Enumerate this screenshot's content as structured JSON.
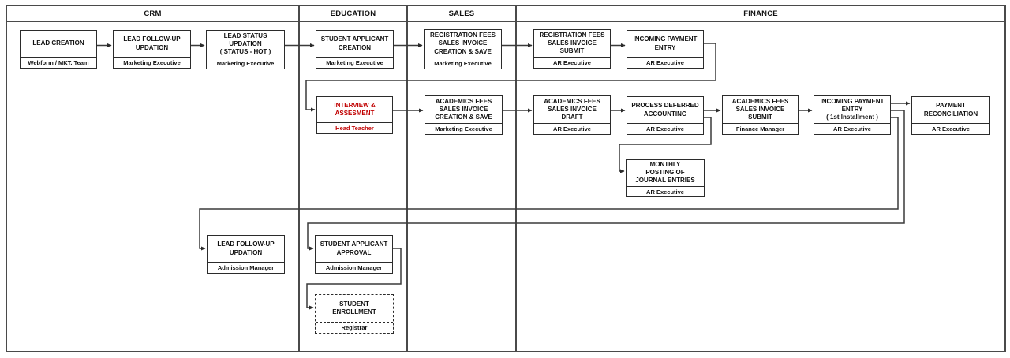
{
  "diagram": {
    "lanes": [
      {
        "label": "CRM"
      },
      {
        "label": "EDUCATION"
      },
      {
        "label": "SALES"
      },
      {
        "label": "FINANCE"
      }
    ],
    "colors": {
      "background": "#ffffff",
      "lane_border": "#4a4a4a",
      "box_border": "#2b2b2b",
      "connector": "#3a3a3a",
      "text": "#111111",
      "highlight_red": "#c00000"
    },
    "nodes": [
      {
        "id": "lead-creation",
        "title": "LEAD CREATION",
        "role": "Webform / MKT. Team"
      },
      {
        "id": "lead-follow-up-updation-marketing",
        "title": "LEAD FOLLOW-UP\nUPDATION",
        "role": "Marketing Executive"
      },
      {
        "id": "lead-status-updation",
        "title": "LEAD STATUS\nUPDATION\n( STATUS - HOT )",
        "role": "Marketing Executive"
      },
      {
        "id": "student-applicant-creation",
        "title": "STUDENT APPLICANT\nCREATION",
        "role": "Marketing Executive"
      },
      {
        "id": "registration-fees-invoice-creation",
        "title": "REGISTRATION FEES\nSALES INVOICE\nCREATION & SAVE",
        "role": "Marketing Executive"
      },
      {
        "id": "registration-fees-invoice-submit",
        "title": "REGISTRATION FEES\nSALES INVOICE\nSUBMIT",
        "role": "AR Executive"
      },
      {
        "id": "incoming-payment-entry",
        "title": "INCOMING PAYMENT\nENTRY",
        "role": "AR Executive"
      },
      {
        "id": "interview-assesment",
        "title": "INTERVIEW &\nASSESMENT",
        "role": "Head Teacher"
      },
      {
        "id": "academics-fees-invoice-creation",
        "title": "ACADEMICS FEES\nSALES INVOICE\nCREATION & SAVE",
        "role": "Marketing Executive"
      },
      {
        "id": "academics-fees-invoice-draft",
        "title": "ACADEMICS FEES\nSALES INVOICE\nDRAFT",
        "role": "AR Executive"
      },
      {
        "id": "process-deferred-accounting",
        "title": "PROCESS DEFERRED\nACCOUNTING",
        "role": "AR Executive"
      },
      {
        "id": "academics-fees-invoice-submit",
        "title": "ACADEMICS FEES\nSALES INVOICE\nSUBMIT",
        "role": "Finance Manager"
      },
      {
        "id": "incoming-payment-entry-1st",
        "title": "INCOMING PAYMENT\nENTRY\n( 1st Installment )",
        "role": "AR Executive"
      },
      {
        "id": "payment-reconciliation",
        "title": "PAYMENT\nRECONCILIATION",
        "role": "AR Executive"
      },
      {
        "id": "monthly-posting-of-journal-entries",
        "title": "MONTHLY\nPOSTING OF\nJOURNAL ENTRIES",
        "role": "AR Executive"
      },
      {
        "id": "lead-follow-up-updation-admission",
        "title": "LEAD FOLLOW-UP\nUPDATION",
        "role": "Admission Manager"
      },
      {
        "id": "student-applicant-approval",
        "title": "STUDENT APPLICANT\nAPPROVAL",
        "role": "Admission Manager"
      },
      {
        "id": "student-enrollment",
        "title": "STUDENT\nENROLLMENT",
        "role": "Registrar"
      }
    ]
  }
}
